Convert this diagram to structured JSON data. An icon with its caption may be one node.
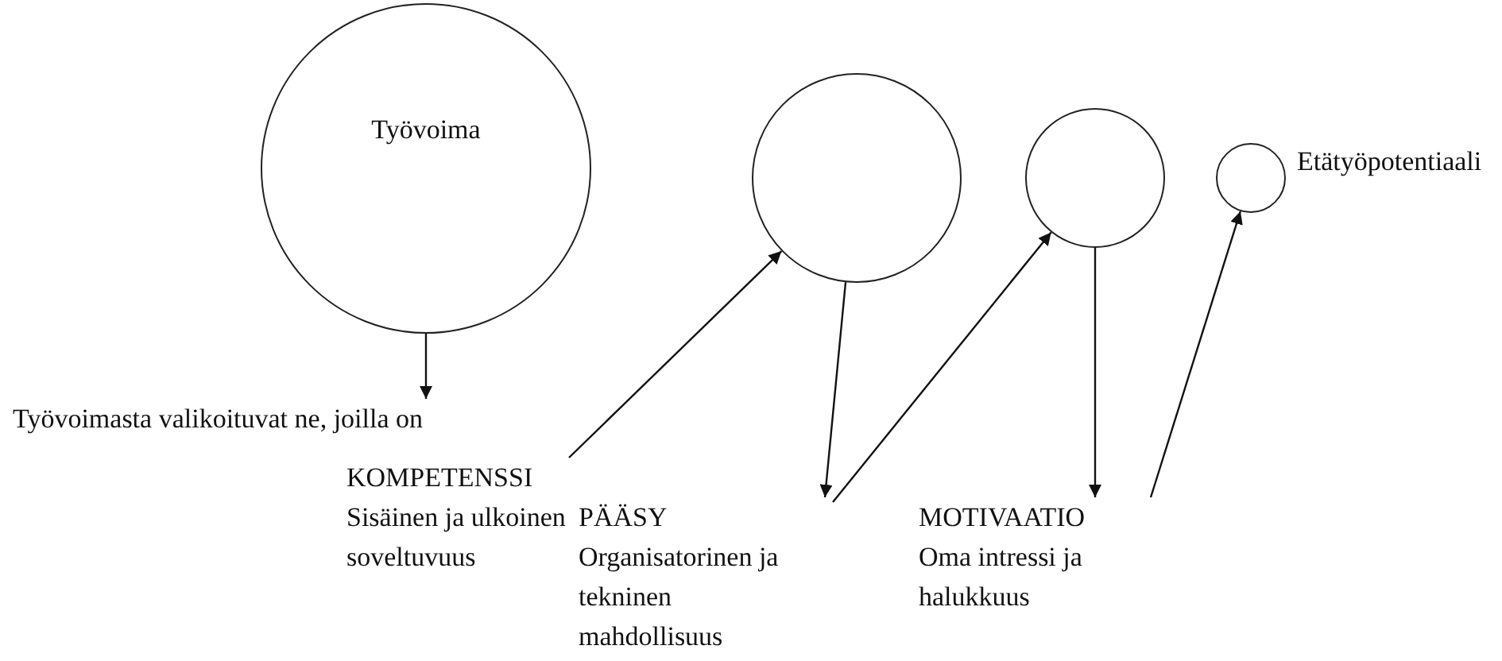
{
  "diagram": {
    "nodes": [
      {
        "text": [
          "Työvoima"
        ]
      },
      {
        "text": [],
        "shape": "circle"
      },
      {
        "text": [],
        "shape": "circle"
      },
      {
        "text": [],
        "shape": "circle",
        "beside": [
          "Etätyöpotentiaali"
        ]
      },
      {
        "text": [
          "Työvoimasta valikoituvat ne, joilla on"
        ]
      },
      {
        "text": [
          "KOMPETENSSI",
          "Sisäinen ja ulkoinen soveltuvuus"
        ]
      },
      {
        "text": [
          "PÄÄSY",
          "Organisatorinen ja tekninen mahdollisuus"
        ]
      },
      {
        "text": [
          "MOTIVAATIO",
          "Oma intressi ja halukkuus"
        ]
      }
    ],
    "edges": [
      {
        "from": 0,
        "to": 4,
        "arrow": "to"
      },
      {
        "from": 5,
        "to": 1,
        "arrow": "to"
      },
      {
        "from": 1,
        "to": 6,
        "arrow": "to"
      },
      {
        "from": 6,
        "to": 2,
        "arrow": "to"
      },
      {
        "from": 2,
        "to": 7,
        "arrow": "to"
      },
      {
        "from": 7,
        "to": 3,
        "arrow": "to"
      }
    ]
  }
}
